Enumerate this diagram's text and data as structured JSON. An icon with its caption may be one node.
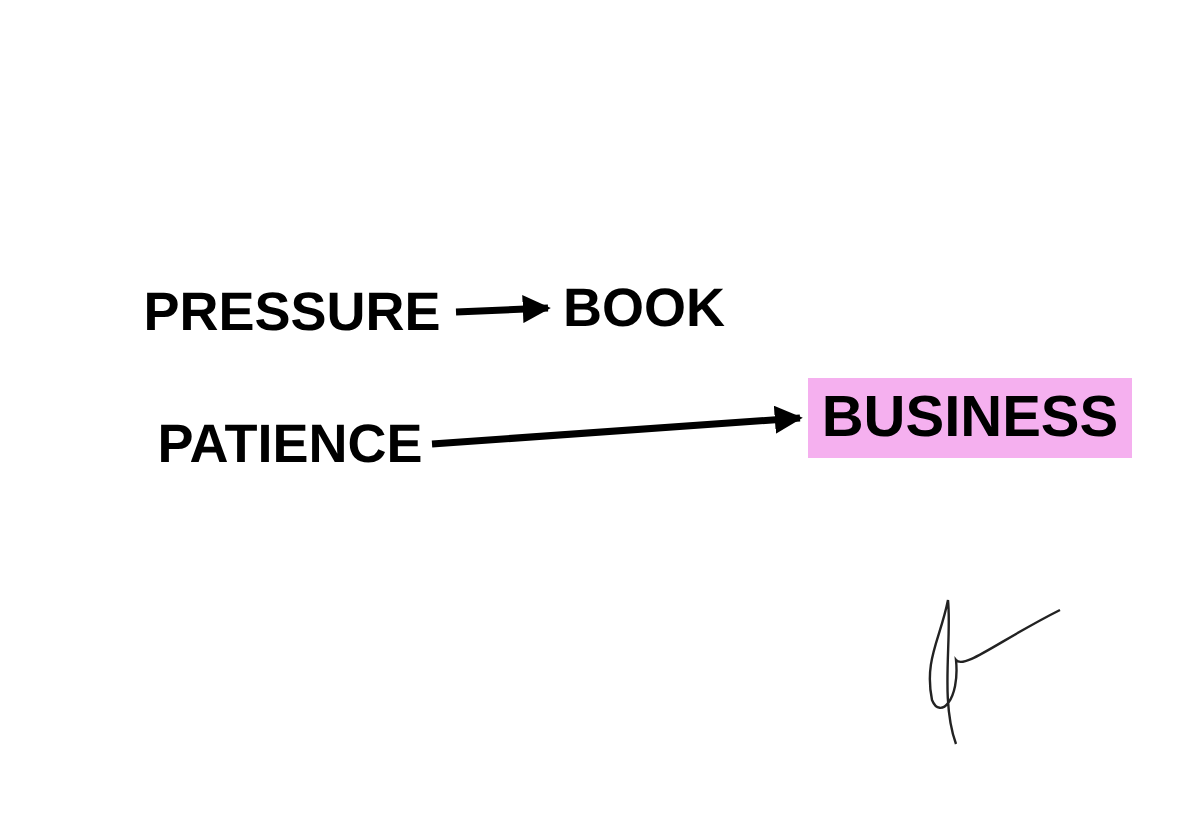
{
  "diagram": {
    "nodes": [
      {
        "text": [
          "PRESSURE"
        ]
      },
      {
        "text": [
          "BOOK"
        ]
      },
      {
        "text": [
          "PATIENCE"
        ]
      },
      {
        "text": [
          "BUSINESS"
        ]
      }
    ],
    "edges": [
      {
        "from": 0,
        "to": 1,
        "arrow": "to"
      },
      {
        "from": 2,
        "to": 3,
        "arrow": "to"
      }
    ]
  }
}
